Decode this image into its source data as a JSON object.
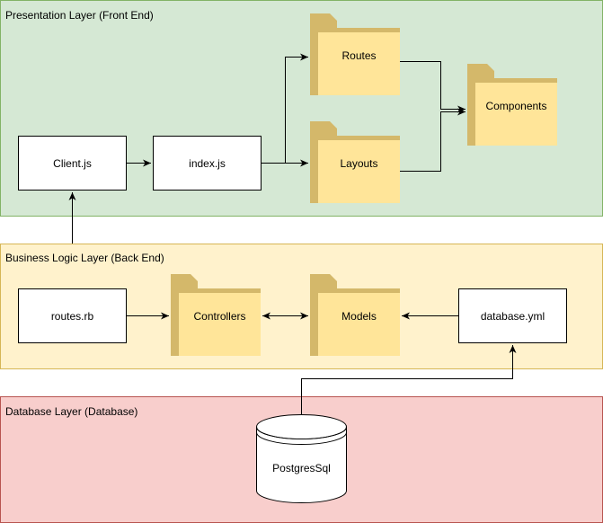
{
  "layers": {
    "presentation": {
      "title": "Presentation Layer (Front End)",
      "fill": "#d5e8d4",
      "stroke": "#82b366"
    },
    "business": {
      "title": "Business Logic Layer (Back End)",
      "fill": "#fff2cc",
      "stroke": "#d6b656"
    },
    "database": {
      "title": "Database Layer (Database)",
      "fill": "#f8cecc",
      "stroke": "#b85450"
    }
  },
  "nodes": {
    "client_js": "Client.js",
    "index_js": "index.js",
    "routes": "Routes",
    "layouts": "Layouts",
    "components": "Components",
    "routes_rb": "routes.rb",
    "controllers": "Controllers",
    "models": "Models",
    "database_yml": "database.yml",
    "postgres": "PostgresSql"
  },
  "colors": {
    "folder_front": "#ffe599",
    "folder_back": "#d4b86a",
    "edge": "#000000"
  },
  "icons": {
    "folder": "folder-icon",
    "database": "cylinder-database-icon"
  }
}
